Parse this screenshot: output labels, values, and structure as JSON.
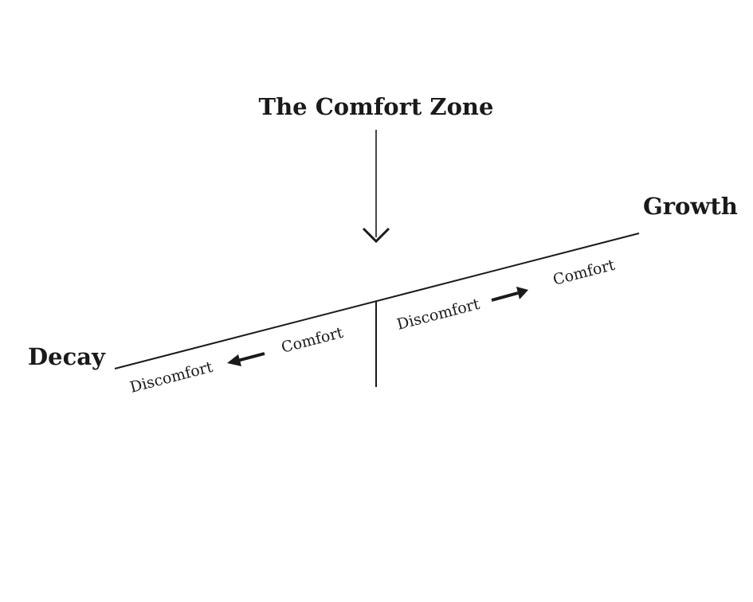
{
  "diagram": {
    "title": "The Comfort Zone",
    "left_end": "Decay",
    "right_end": "Growth",
    "left_side": {
      "outer_label": "Discomfort",
      "inner_label": "Comfort"
    },
    "right_side": {
      "inner_label": "Discomfort",
      "outer_label": "Comfort"
    },
    "colors": {
      "ink": "#1a1a1a",
      "background": "#ffffff"
    }
  }
}
